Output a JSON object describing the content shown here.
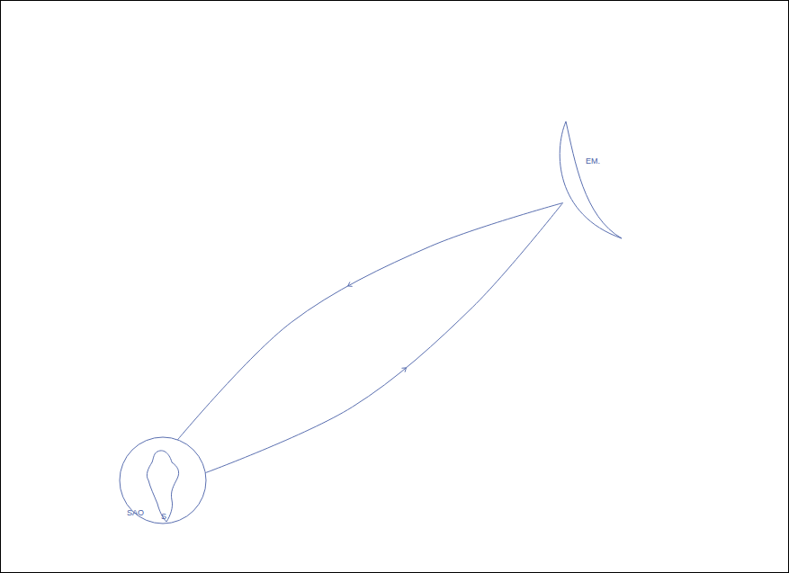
{
  "diagram": {
    "nodes": [
      {
        "text": [
          "SAO",
          "S"
        ]
      },
      {
        "text": [
          "EM."
        ]
      }
    ],
    "edges": [
      {
        "from": 1,
        "to": 0,
        "arrow": "to"
      },
      {
        "from": 0,
        "to": 1,
        "arrow": "to"
      }
    ]
  }
}
